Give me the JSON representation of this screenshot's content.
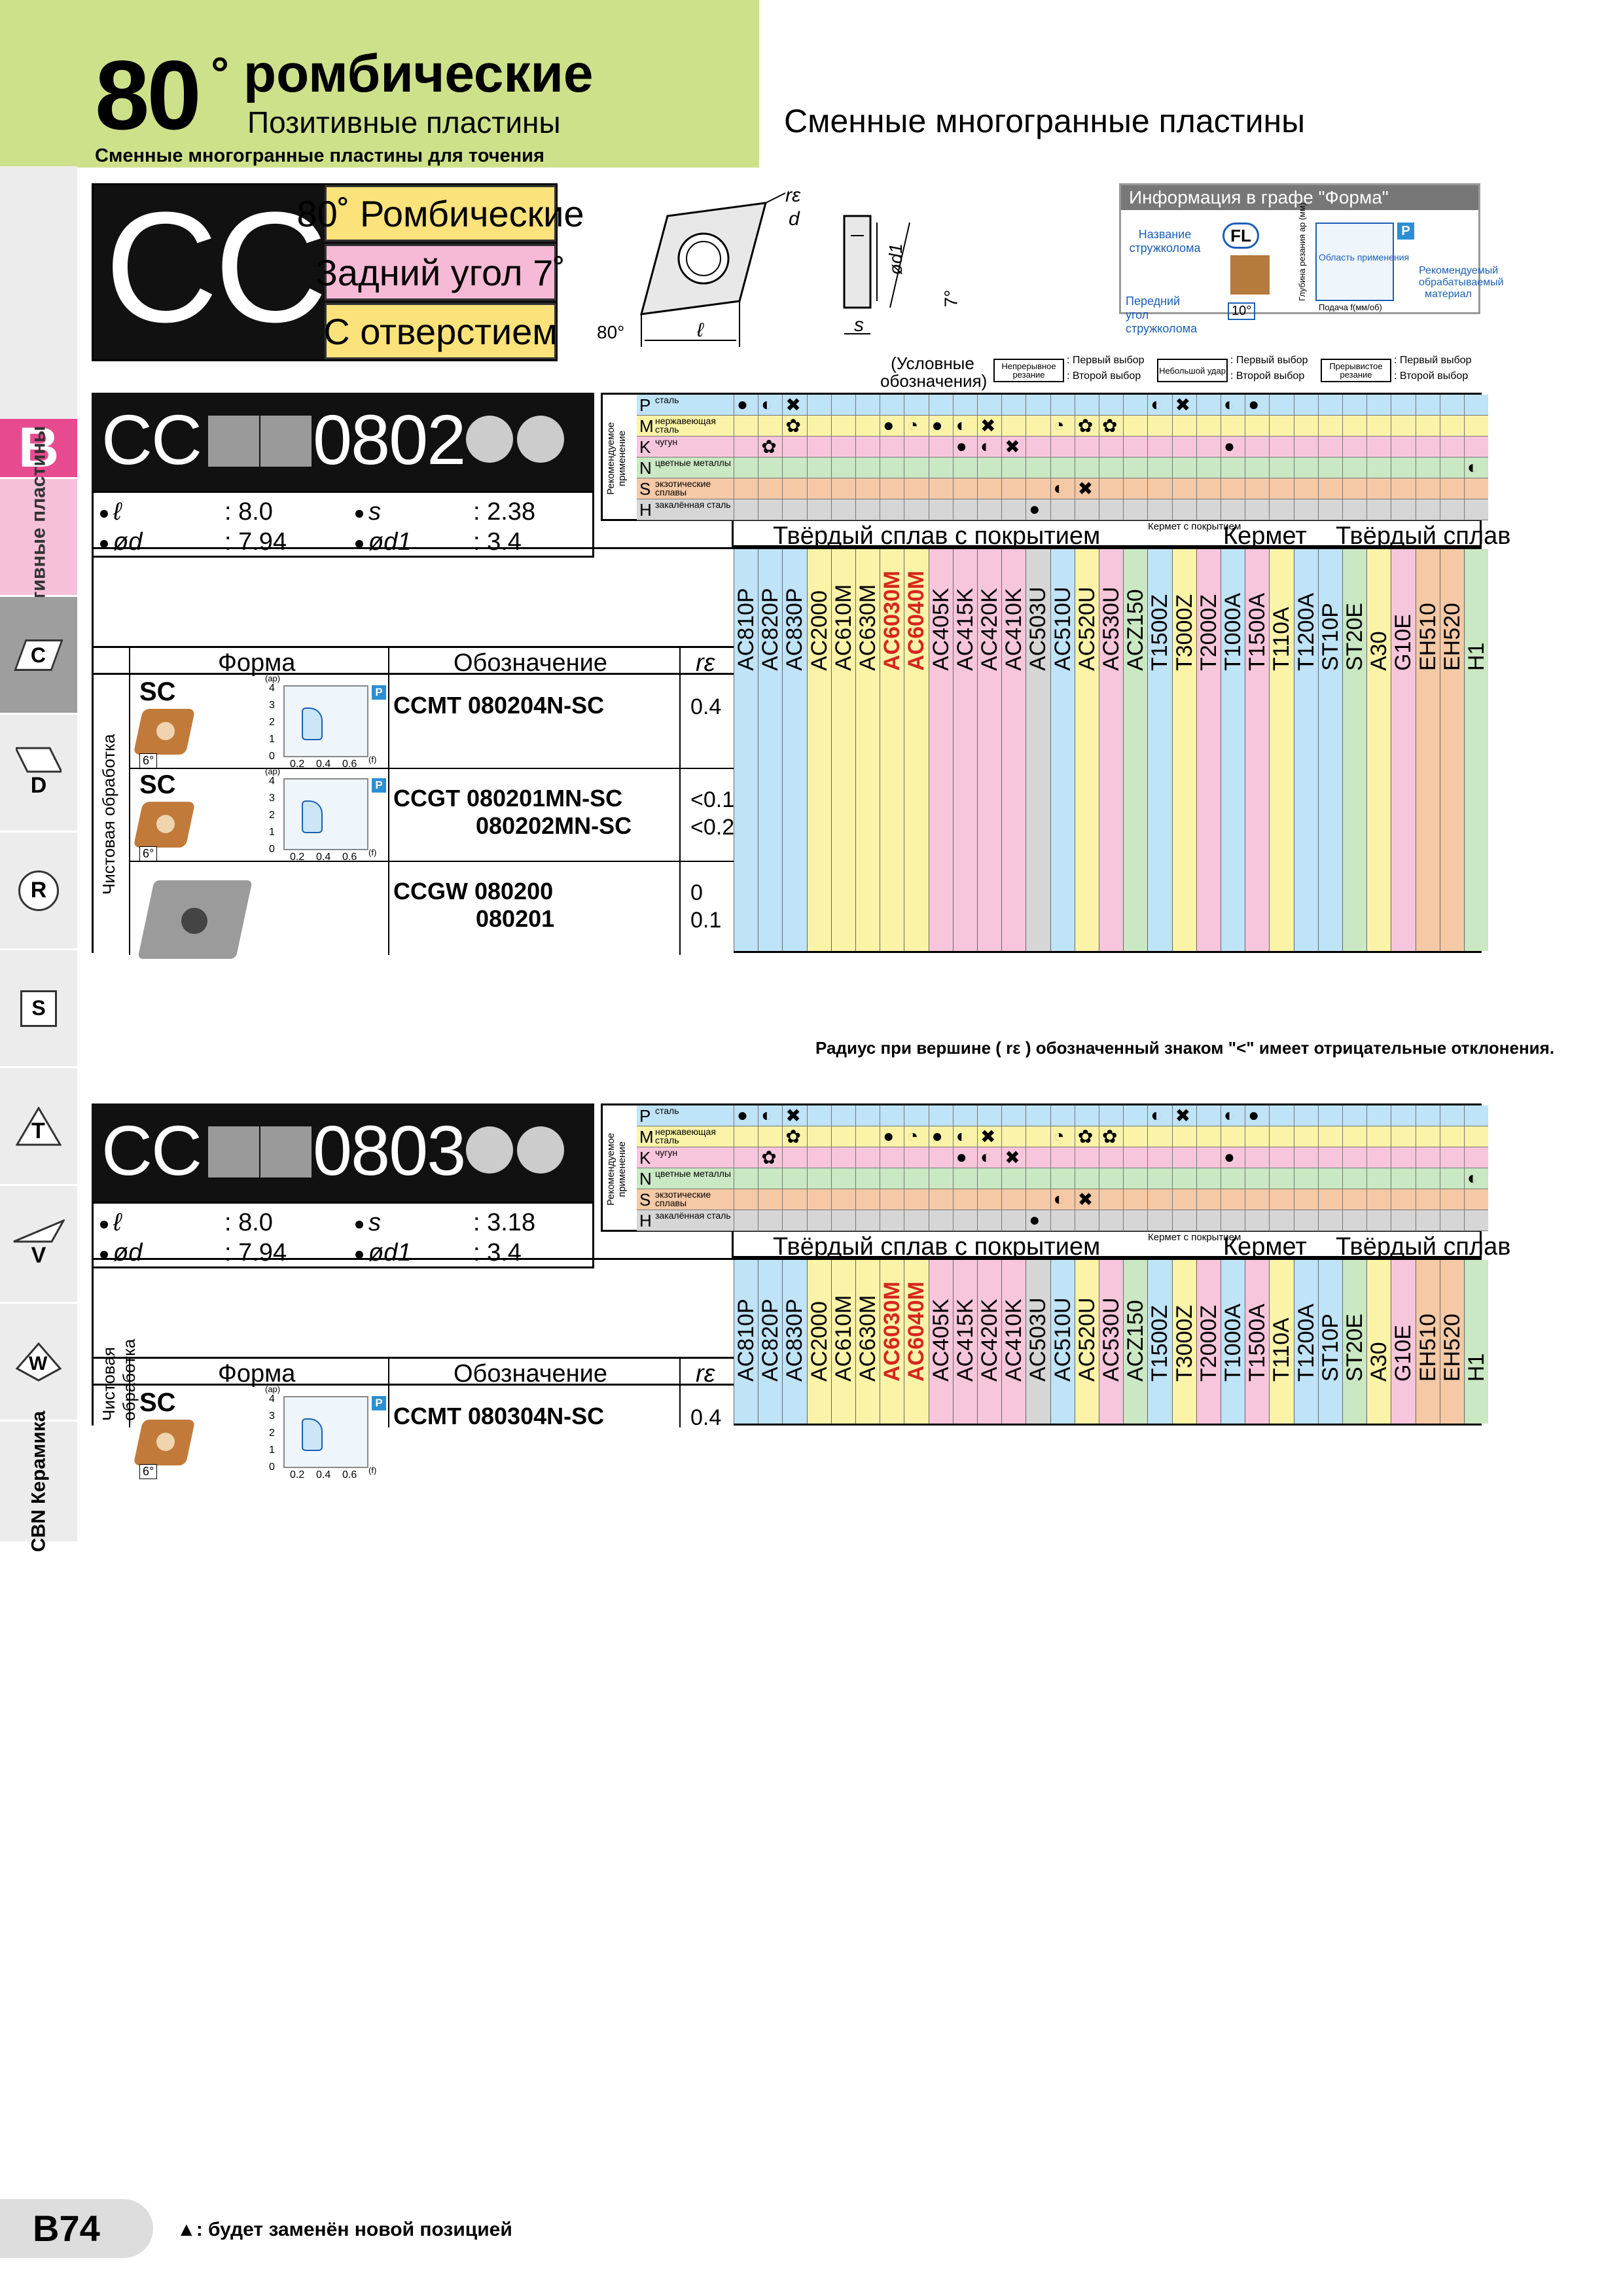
{
  "header": {
    "big_number": "80",
    "degree": "°",
    "title_word": "ромбические",
    "subtitle": "Позитивные пластины",
    "caption": "Сменные многогранные пластины для точения",
    "right_title": "Сменные многогранные пластины"
  },
  "sidebar": {
    "section_letter": "B",
    "section_label": "Позитивные пластины",
    "items": [
      "C",
      "D",
      "R",
      "S",
      "T",
      "V",
      "W"
    ],
    "bottom_label": "CBN Керамика"
  },
  "product": {
    "code": "CC",
    "labels": [
      "80˚ Ромбические",
      "Задний угол 7˚",
      "С отверстием"
    ]
  },
  "drawing": {
    "labels": {
      "re": "rε",
      "d": "d",
      "angle": "80°",
      "l": "ℓ",
      "s": "s",
      "d1": "ød1",
      "clearance": "7°"
    }
  },
  "info_box": {
    "title": "Информация в графе \"Форма\"",
    "chipbreaker_name": "Название стружколома",
    "rake_angle": "Передний угол стружколома",
    "fl": "FL",
    "angle": "10°",
    "area": "Область применения",
    "recommended": "Рекомендуемый обрабатываемый материал",
    "depth_axis": "Глубина резания ap (мм)",
    "feed_axis": "Подача f(мм/об)"
  },
  "legend": {
    "title": "(Условные обозначения)",
    "groups": [
      {
        "name": "Непрерывное резание",
        "first": ": Первый выбор",
        "second": ": Второй выбор"
      },
      {
        "name": "Небольшой удар",
        "first": ": Первый выбор",
        "second": ": Второй выбор"
      },
      {
        "name": "Прерывистое резание",
        "first": ": Первый выбор",
        "second": ": Второй выбор"
      }
    ]
  },
  "materials": [
    {
      "code": "P",
      "name": "сталь",
      "color": "#bfe3f7"
    },
    {
      "code": "M",
      "name": "нержавеющая сталь",
      "color": "#fbf3a8"
    },
    {
      "code": "K",
      "name": "чугун",
      "color": "#f8c6dc"
    },
    {
      "code": "N",
      "name": "цветные металлы",
      "color": "#c9e8c3"
    },
    {
      "code": "S",
      "name": "экзотические сплавы",
      "color": "#f5c9a6"
    },
    {
      "code": "H",
      "name": "закалённая сталь",
      "color": "#d6d6d6"
    }
  ],
  "applications_label": "Рекомендуемое применение",
  "grade_groups": [
    "Твёрдый сплав с покрытием",
    "Кермет с покрытием",
    "Кермет",
    "Твёрдый сплав"
  ],
  "grades": [
    "AC810P",
    "AC820P",
    "AC830P",
    "AC2000",
    "AC610M",
    "AC630M",
    "AC6030M",
    "AC6040M",
    "AC405K",
    "AC415K",
    "AC420K",
    "AC410K",
    "AC503U",
    "AC510U",
    "AC520U",
    "AC530U",
    "ACZ150",
    "T1500Z",
    "T3000Z",
    "T2000Z",
    "T1000A",
    "T1500A",
    "T110A",
    "T1200A",
    "ST10P",
    "ST20E",
    "A30",
    "G10E",
    "EH510",
    "EH520",
    "H1"
  ],
  "table_headers": {
    "shape": "Форма",
    "designation": "Обозначение",
    "re": "rε"
  },
  "series": [
    {
      "code_prefix": "CC",
      "code_suffix": "0802",
      "dims": {
        "l_label": "ℓ",
        "l": ": 8.0",
        "s_label": "s",
        "s": ": 2.38",
        "d_label": "ød",
        "d": ": 7.94",
        "d1_label": "ød1",
        "d1": ": 3.4"
      },
      "side_label": "Чистовая обработка",
      "rows": [
        {
          "chip": "SC",
          "angle": "6°",
          "designation": "CCMT  080204N-SC",
          "re": "0.4"
        },
        {
          "chip": "SC",
          "angle": "6°",
          "designation": "CCGT  080201MN-SC",
          "designation2": "080202MN-SC",
          "re": "<0.1",
          "re2": "<0.2"
        },
        {
          "chip": "",
          "angle": "",
          "designation": "CCGW 080200",
          "designation2": "080201",
          "re": "0",
          "re2": "0.1"
        }
      ]
    },
    {
      "code_prefix": "CC",
      "code_suffix": "0803",
      "dims": {
        "l_label": "ℓ",
        "l": ": 8.0",
        "s_label": "s",
        "s": ": 3.18",
        "d_label": "ød",
        "d": ": 7.94",
        "d1_label": "ød1",
        "d1": ": 3.4"
      },
      "side_label": "Чистовая обработка",
      "rows": [
        {
          "chip": "SC",
          "angle": "6°",
          "designation": "CCMT  080304N-SC",
          "re": "0.4"
        }
      ]
    }
  ],
  "chart_axes": {
    "y": [
      "4",
      "3",
      "2",
      "1",
      "0"
    ],
    "x": [
      "0.2",
      "0.4",
      "0.6"
    ],
    "y_label": "(ap)",
    "x_label": "(f)",
    "badge": "P"
  },
  "footnote_radius": "Радиус при вершине ( rε ) обозначенный знаком \"<\" имеет отрицательные отклонения.",
  "footer": {
    "page": "B74",
    "note": "▲: будет заменён новой позицией"
  },
  "colors": {
    "header_green": "#cde18b",
    "tab_pink": "#e84a90",
    "label_yellow": "#fbe27a",
    "label_pink": "#f6b9d6"
  }
}
